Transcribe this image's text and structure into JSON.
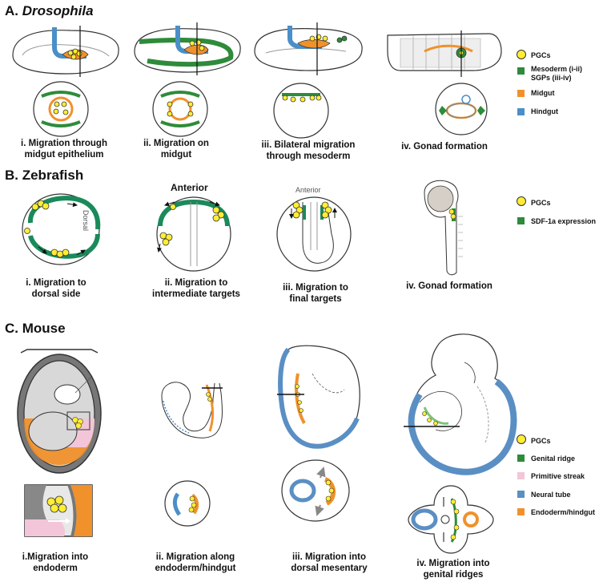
{
  "colors": {
    "pgc": "#ffee33",
    "mesoderm": "#2e8b3a",
    "midgut": "#f0912c",
    "hindgut": "#4a8fc8",
    "primitive_streak": "#f2c6d8",
    "neural_tube": "#5a8fc4",
    "endoderm": "#f0912c",
    "zebra_green": "#1a8a5a"
  },
  "sections": {
    "drosophila": {
      "prefix": "A.",
      "name": "Drosophila",
      "captions": [
        "i. Migration through\nmidgut epithelium",
        "ii. Migration on\nmidgut",
        "iii. Bilateral migration\nthrough mesoderm",
        "iv. Gonad formation"
      ],
      "legend": [
        {
          "icon": "circle",
          "color": "#ffee33",
          "label": "PGCs"
        },
        {
          "icon": "square",
          "color": "#2e8b3a",
          "label": "Mesoderm (i-ii)\nSGPs (iii-iv)"
        },
        {
          "icon": "square",
          "color": "#f0912c",
          "label": "Midgut"
        },
        {
          "icon": "square",
          "color": "#4a8fc8",
          "label": "Hindgut"
        }
      ]
    },
    "zebrafish": {
      "title": "B. Zebrafish",
      "dorsal_label": "Dorsal",
      "anterior_label_big": "Anterior",
      "anterior_label_small": "Anterior",
      "captions": [
        "i. Migration to\ndorsal side",
        "ii. Migration to\nintermediate targets",
        "iii. Migration to\nfinal targets",
        "iv. Gonad formation"
      ],
      "legend": [
        {
          "icon": "circle",
          "color": "#ffee33",
          "label": "PGCs"
        },
        {
          "icon": "square",
          "color": "#2e8b3a",
          "label": "SDF-1a expression"
        }
      ]
    },
    "mouse": {
      "title": "C. Mouse",
      "captions": [
        "i.Migration into\nendoderm",
        "ii. Migration along\nendoderm/hindgut",
        "iii. Migration into\ndorsal mesentary",
        "iv. Migration into\ngenital ridges"
      ],
      "legend": [
        {
          "icon": "circle",
          "color": "#ffee33",
          "label": "PGCs"
        },
        {
          "icon": "square",
          "color": "#2e8b3a",
          "label": "Genital ridge"
        },
        {
          "icon": "square",
          "color": "#f2c6d8",
          "label": "Primitive streak"
        },
        {
          "icon": "square",
          "color": "#5a8fc4",
          "label": "Neural tube"
        },
        {
          "icon": "square",
          "color": "#f0912c",
          "label": "Endoderm/hindgut"
        }
      ]
    }
  }
}
